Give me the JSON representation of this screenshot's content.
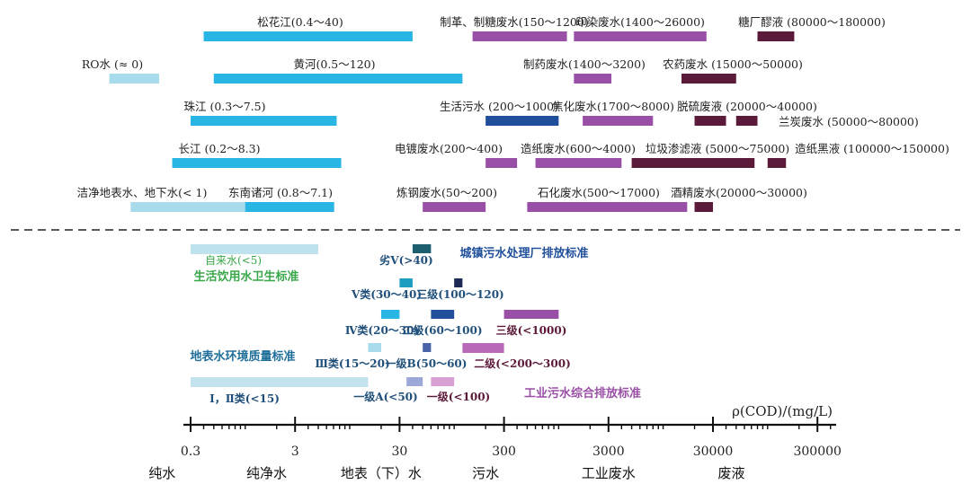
{
  "chart_data": {
    "type": "bar",
    "orientation": "horizontal-range",
    "x_scale": "log",
    "xlim": [
      0.15,
      600000
    ],
    "axis_label": "ρ(COD)/(mg/L)",
    "x_tick_labels": [
      "0.3",
      "3",
      "30",
      "300",
      "3000",
      "30000",
      "300000"
    ],
    "x_tick_values": [
      0.3,
      3,
      30,
      300,
      3000,
      30000,
      300000
    ],
    "categories": [
      "纯水",
      "纯净水",
      "地表（下）水",
      "污水",
      "工业废水",
      "废液"
    ],
    "category_positions": [
      0.16,
      1.6,
      20,
      200,
      3000,
      45000
    ],
    "upper_ranges": [
      {
        "label": "松花江(0.4～40)",
        "low": 0.4,
        "high": 40,
        "row": 1,
        "color": "#2ab6e4"
      },
      {
        "label": "黄河(0.5～120)",
        "low": 0.5,
        "high": 120,
        "row": 2,
        "color": "#2ab6e4"
      },
      {
        "label": "珠江 (0.3～7.5)",
        "low": 0.3,
        "high": 7.5,
        "row": 3,
        "color": "#2ab6e4"
      },
      {
        "label": "长江 (0.2～8.3)",
        "low": 0.2,
        "high": 8.3,
        "row": 4,
        "color": "#2ab6e4"
      },
      {
        "label": "东南诸河 (0.8～7.1)",
        "low": 0.8,
        "high": 7.1,
        "row": 5,
        "color": "#2ab6e4"
      },
      {
        "label": "RO水 (≈ 0)",
        "low": 0.05,
        "high": 0.15,
        "row": 2,
        "color": "#a8dbec"
      },
      {
        "label": "洁净地表水、地下水(< 1)",
        "low": 0.08,
        "high": 1,
        "row": 5,
        "color": "#a8dbec"
      },
      {
        "label": "制革、制糖废水(150～1200)",
        "low": 150,
        "high": 1200,
        "row": 1,
        "color": "#9a4fa6"
      },
      {
        "label": "印染废水(1400～26000)",
        "low": 1400,
        "high": 26000,
        "row": 1,
        "color": "#9a4fa6"
      },
      {
        "label": "糖厂醪液 (80000～180000)",
        "low": 80000,
        "high": 180000,
        "row": 1,
        "color": "#5c1a3a"
      },
      {
        "label": "制药废水(1400～3200)",
        "low": 1400,
        "high": 3200,
        "row": 2,
        "color": "#9a4fa6"
      },
      {
        "label": "农药废水 (15000～50000)",
        "low": 15000,
        "high": 50000,
        "row": 2,
        "color": "#5c1a3a"
      },
      {
        "label": "生活污水 (200～1000)",
        "low": 200,
        "high": 1000,
        "row": 3,
        "color": "#1f4f9a"
      },
      {
        "label": "焦化废水(1700～8000)",
        "low": 1700,
        "high": 8000,
        "row": 3,
        "color": "#9a4fa6"
      },
      {
        "label": "脱硫废液 (20000～40000)",
        "low": 20000,
        "high": 40000,
        "row": 3,
        "color": "#5c1a3a"
      },
      {
        "label": "兰炭废水 (50000～80000)",
        "low": 50000,
        "high": 80000,
        "row": 3,
        "color": "#5c1a3a"
      },
      {
        "label": "电镀废水(200～400)",
        "low": 200,
        "high": 400,
        "row": 4,
        "color": "#9a4fa6"
      },
      {
        "label": "造纸废水(600～4000)",
        "low": 600,
        "high": 4000,
        "row": 4,
        "color": "#9a4fa6"
      },
      {
        "label": "垃圾渗滤液 (5000～75000)",
        "low": 5000,
        "high": 75000,
        "row": 4,
        "color": "#5c1a3a"
      },
      {
        "label": "造纸黑液 (100000～150000)",
        "low": 100000,
        "high": 150000,
        "row": 4,
        "color": "#5c1a3a"
      },
      {
        "label": "炼钢废水(50～200)",
        "low": 50,
        "high": 200,
        "row": 5,
        "color": "#9a4fa6"
      },
      {
        "label": "石化废水(500～17000)",
        "low": 500,
        "high": 17000,
        "row": 5,
        "color": "#9a4fa6"
      },
      {
        "label": "酒精废水(20000～30000)",
        "low": 20000,
        "high": 30000,
        "row": 5,
        "color": "#5c1a3a"
      }
    ],
    "standards": [
      {
        "label": "自来水(<5)",
        "low": 0.3,
        "high": 5,
        "color": "#bfe3ee",
        "text_color": "#3aa84a"
      },
      {
        "label": "劣Ⅴ(>40)",
        "low": 40,
        "high": 60,
        "color": "#1d5f6e",
        "text_color": "#1f4f7a"
      },
      {
        "label": "Ⅴ类(30～40)",
        "low": 30,
        "high": 40,
        "color": "#1d9ec0",
        "text_color": "#1f4f7a"
      },
      {
        "label": "Ⅳ类(20～30)",
        "low": 20,
        "high": 30,
        "color": "#2ab6e4",
        "text_color": "#1f4f7a"
      },
      {
        "label": "Ⅲ类(15～20)",
        "low": 15,
        "high": 20,
        "color": "#a8dbec",
        "text_color": "#1f4f7a"
      },
      {
        "label": "Ⅰ，Ⅱ类(<15)",
        "low": 0.3,
        "high": 15,
        "color": "#c2e3ee",
        "text_color": "#1f4f7a"
      },
      {
        "label": "三级(100～120)",
        "low": 100,
        "high": 120,
        "color": "#1d2a55",
        "text_color": "#1f4f7a"
      },
      {
        "label": "二级(60～100)",
        "low": 60,
        "high": 100,
        "color": "#1f4f9a",
        "text_color": "#1f4f7a"
      },
      {
        "label": "一级B(50～60)",
        "low": 50,
        "high": 60,
        "color": "#4a62a8",
        "text_color": "#1f4f7a"
      },
      {
        "label": "一级A(<50)",
        "low": 35,
        "high": 50,
        "color": "#9ca8d8",
        "text_color": "#1f4f7a"
      },
      {
        "label": "三级(<1000)",
        "low": 300,
        "high": 1000,
        "color": "#9a4fa6",
        "text_color": "#5c1a3a"
      },
      {
        "label": "二级(<200～300)",
        "low": 120,
        "high": 300,
        "color": "#b86ab8",
        "text_color": "#5c1a3a"
      },
      {
        "label": "一级(<100)",
        "low": 60,
        "high": 100,
        "color": "#d9a0d4",
        "text_color": "#5c1a3a"
      }
    ],
    "standard_group_titles": [
      {
        "label": "城镇污水处理厂排放标准",
        "color": "#1f4f9a"
      },
      {
        "label": "生活饮用水卫生标准",
        "color": "#3aa84a"
      },
      {
        "label": "地表水环境质量标准",
        "color": "#1f6f9a"
      },
      {
        "label": "工业污水综合排放标准",
        "color": "#9a4fa6"
      }
    ]
  }
}
